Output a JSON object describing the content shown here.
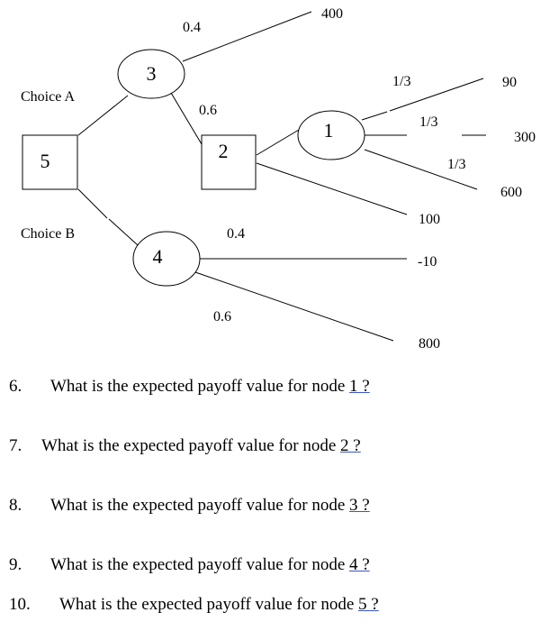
{
  "diagram": {
    "nodes": {
      "n5": "5",
      "n3": "3",
      "n2": "2",
      "n1": "1",
      "n4": "4"
    },
    "choices": {
      "a": "Choice A",
      "b": "Choice B"
    },
    "probabilities": {
      "p3_up": "0.4",
      "p3_down": "0.6",
      "p1_top": "1/3",
      "p1_mid": "1/3",
      "p1_bot": "1/3",
      "p4_up": "0.4",
      "p4_down": "0.6"
    },
    "payoffs": {
      "v400": "400",
      "v90": "90",
      "v300": "300",
      "v600": "600",
      "v100": "100",
      "v_neg10": "-10",
      "v800": "800"
    }
  },
  "questions": [
    {
      "number": "6.",
      "text": "What is the expected payoff value for node ",
      "ref": "1 ?"
    },
    {
      "number": "7.",
      "text": "What is the expected payoff value for node ",
      "ref": "2 ?"
    },
    {
      "number": "8.",
      "text": "What is the expected payoff value for node ",
      "ref": "3 ?"
    },
    {
      "number": "9.",
      "text": "What is the expected payoff value for node ",
      "ref": "4 ?"
    },
    {
      "number": "10.",
      "text": "What is the expected payoff value for node ",
      "ref": "5 ?"
    }
  ]
}
